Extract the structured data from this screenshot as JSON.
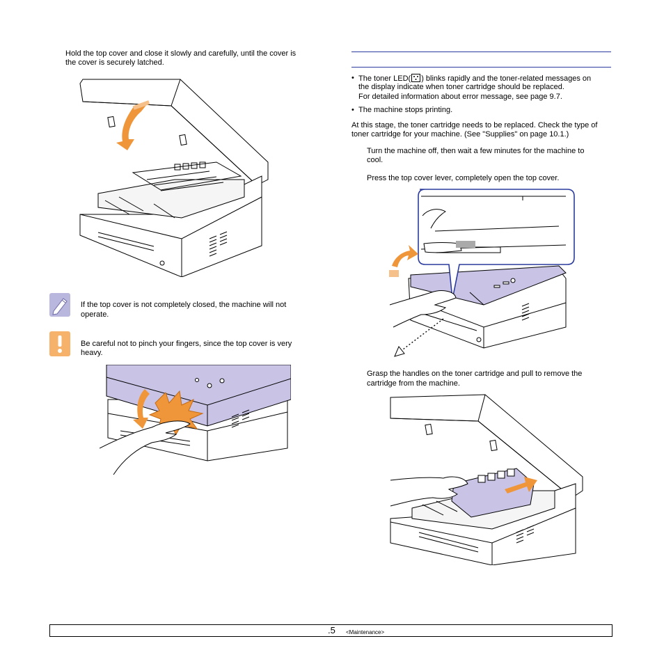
{
  "left": {
    "intro_line1": "Hold the top cover and close it slowly and carefully, until the cover is",
    "intro_line2": "the cover is securely latched.",
    "note_line1": "If the top cover is not completely closed, the machine will not",
    "note_line2": "operate.",
    "caution_line1": "Be careful not to pinch your fingers, since the top cover is very",
    "caution_line2": "heavy."
  },
  "right": {
    "bullet_char": "•",
    "bullet1_pre": "The toner LED(",
    "bullet1_post": ") blinks rapidly and the toner-related messages on",
    "bullet1_line2": "the display indicate when toner cartridge should be replaced.",
    "bullet1_line3": "For detailed information about error message, see page  9.7.",
    "bullet2": "The machine stops printing.",
    "stage_line1": "At this stage, the toner cartridge needs to be replaced. Check the type of",
    "stage_line2": "toner cartridge for your machine. (See \"Supplies\" on page 10.1.)",
    "step1_line1": "Turn the machine off, then wait a few minutes for the machine to",
    "step1_line2": "cool.",
    "step2_line1": "Press the top cover lever, completely open the top cover.",
    "step3_line1": "Grasp the handles on the toner cartridge and pull to remove the",
    "step3_line2": "cartridge from the machine."
  },
  "footer": {
    "page": ".5",
    "section": "<Maintenance>"
  },
  "colors": {
    "accent_rule": "#2b3a9e",
    "orange": "#f0963a",
    "lavender": "#c9c4e6",
    "note_icon_bg": "#b9b7dd",
    "caution_icon_bg": "#f6b26b"
  },
  "icons": {
    "note": "pencil-note-icon",
    "caution": "exclamation-caution-icon",
    "led": "toner-led-icon"
  }
}
